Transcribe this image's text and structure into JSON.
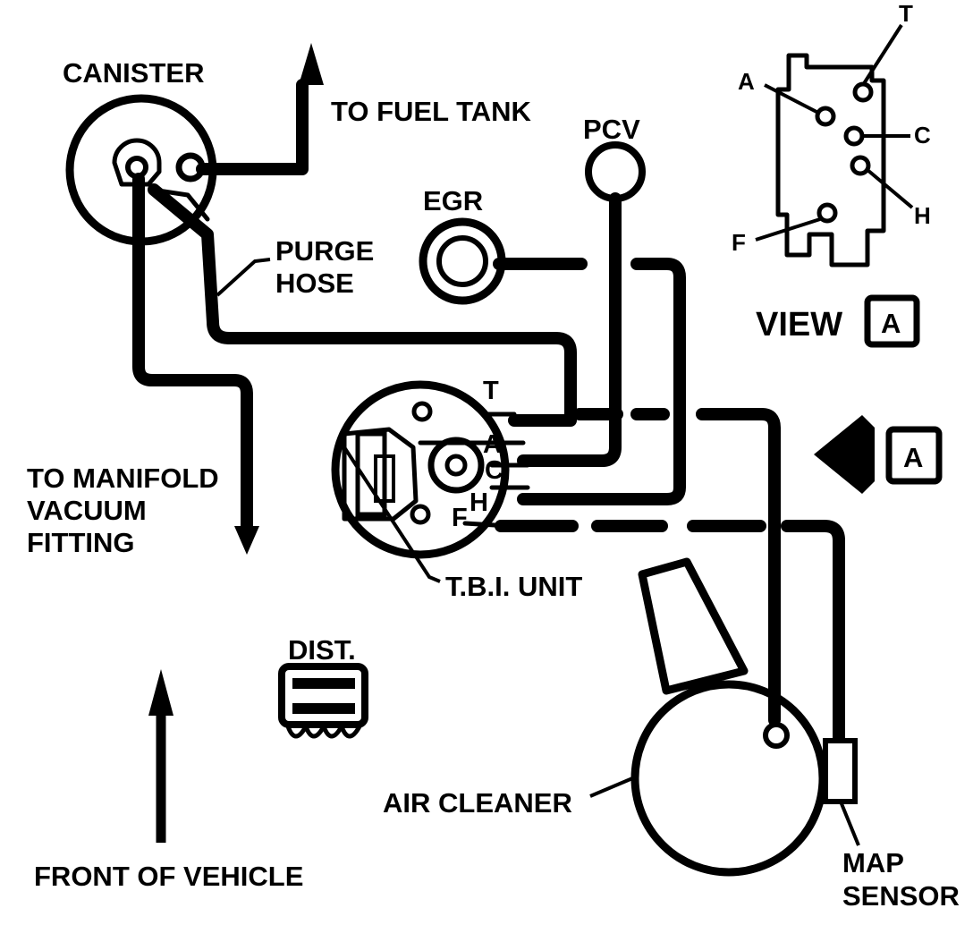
{
  "labels": {
    "canister": "CANISTER",
    "to_fuel_tank": "TO FUEL TANK",
    "pcv": "PCV",
    "egr": "EGR",
    "purge_hose_line1": "PURGE",
    "purge_hose_line2": "HOSE",
    "to_manifold_line1": "TO MANIFOLD",
    "to_manifold_line2": "VACUUM",
    "to_manifold_line3": "FITTING",
    "tbi_unit": "T.B.I. UNIT",
    "dist": "DIST.",
    "front_of_vehicle": "FRONT OF VEHICLE",
    "air_cleaner": "AIR CLEANER",
    "map_sensor_line1": "MAP",
    "map_sensor_line2": "SENSOR",
    "view": "VIEW",
    "view_letter": "A",
    "arrow_letter": "A"
  },
  "ports": {
    "tbi": [
      "T",
      "A",
      "C",
      "H",
      "F"
    ],
    "view_a": [
      "T",
      "A",
      "C",
      "H",
      "F"
    ]
  },
  "colors": {
    "line": "#000000",
    "background": "#ffffff"
  }
}
